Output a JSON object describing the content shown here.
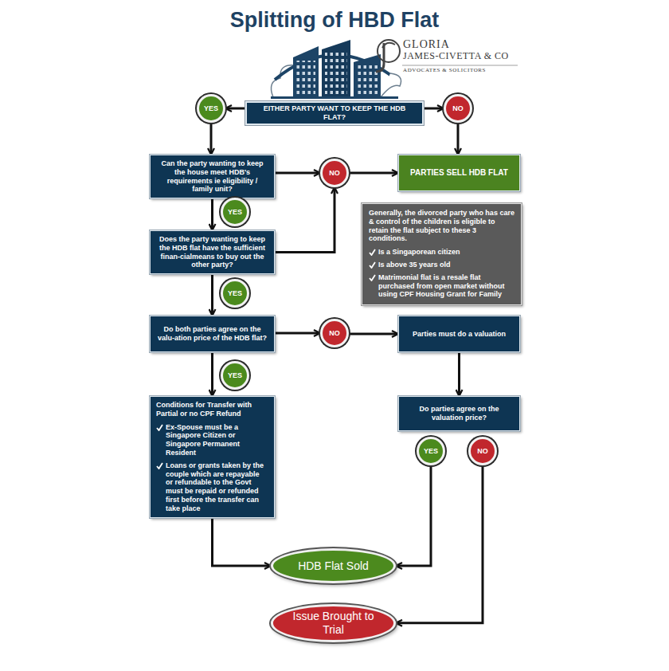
{
  "diagram": {
    "title": "Splitting of HBD Flat",
    "nodes": [
      {
        "text": [
          "EITHER PARTY WANT TO KEEP THE HDB FLAT?"
        ]
      },
      {
        "text": [
          "YES"
        ]
      },
      {
        "text": [
          "NO"
        ]
      },
      {
        "text": [
          "Can the party wanting to keep the house meet HDB's requirements ie eligibility / family unit?"
        ]
      },
      {
        "text": [
          "NO"
        ]
      },
      {
        "text": [
          "PARTIES SELL HDB FLAT"
        ]
      },
      {
        "text": [
          "YES"
        ]
      },
      {
        "text": [
          "Generally, the divorced party who has care & control of the children is eligible to retain the flat subject to these 3 conditions.",
          "Is a Singaporean citizen",
          "Is above 35 years old",
          "Matrimonial flat is a resale flat purchased from open market without using CPF Housing Grant for Family"
        ]
      },
      {
        "text": [
          "Does the party wanting to keep the HDB flat have the sufficient finan-cialmeans to buy out the other party?"
        ]
      },
      {
        "text": [
          "YES"
        ]
      },
      {
        "text": [
          "Do both parties agree on the valu-ation price of the HDB flat?"
        ]
      },
      {
        "text": [
          "NO"
        ]
      },
      {
        "text": [
          "Parties must do a valuation"
        ]
      },
      {
        "text": [
          "YES"
        ]
      },
      {
        "text": [
          "Conditions for Transfer with Partial or no CPF Refund",
          "Ex-Spouse must be a Singapore Citizen or Singapore Permanent Resident",
          "Loans or grants taken by the couple which are repayable or refundable to the Govt must be repaid or refunded  first before the transfer can take place"
        ]
      },
      {
        "text": [
          "Do parties agree on the valuation price?"
        ]
      },
      {
        "text": [
          "YES"
        ]
      },
      {
        "text": [
          "NO"
        ]
      },
      {
        "text": [
          "HDB Flat Sold"
        ]
      },
      {
        "text": [
          "Issue Brought to Trial"
        ]
      }
    ],
    "edges": [
      {
        "from": 0,
        "to": 1,
        "arrow": "to"
      },
      {
        "from": 0,
        "to": 2,
        "arrow": "to"
      },
      {
        "from": 1,
        "to": 3,
        "arrow": "to"
      },
      {
        "from": 2,
        "to": 5,
        "arrow": "to"
      },
      {
        "from": 3,
        "to": 4,
        "arrow": "to"
      },
      {
        "from": 4,
        "to": 5,
        "arrow": "to"
      },
      {
        "from": 3,
        "to": 8,
        "arrow": "to"
      },
      {
        "from": 8,
        "to": 4,
        "arrow": "to"
      },
      {
        "from": 8,
        "to": 10,
        "arrow": "to"
      },
      {
        "from": 10,
        "to": 11,
        "arrow": "to"
      },
      {
        "from": 11,
        "to": 12,
        "arrow": "to"
      },
      {
        "from": 10,
        "to": 14,
        "arrow": "to"
      },
      {
        "from": 12,
        "to": 15,
        "arrow": "to"
      },
      {
        "from": 14,
        "to": 18,
        "arrow": "to"
      },
      {
        "from": 16,
        "to": 18,
        "arrow": "to"
      },
      {
        "from": 17,
        "to": 19,
        "arrow": "to"
      }
    ],
    "labels": [
      "GLORIA",
      "JAMES-CIVETTA & CO",
      "ADVOCATES & SOLICITORS"
    ]
  }
}
